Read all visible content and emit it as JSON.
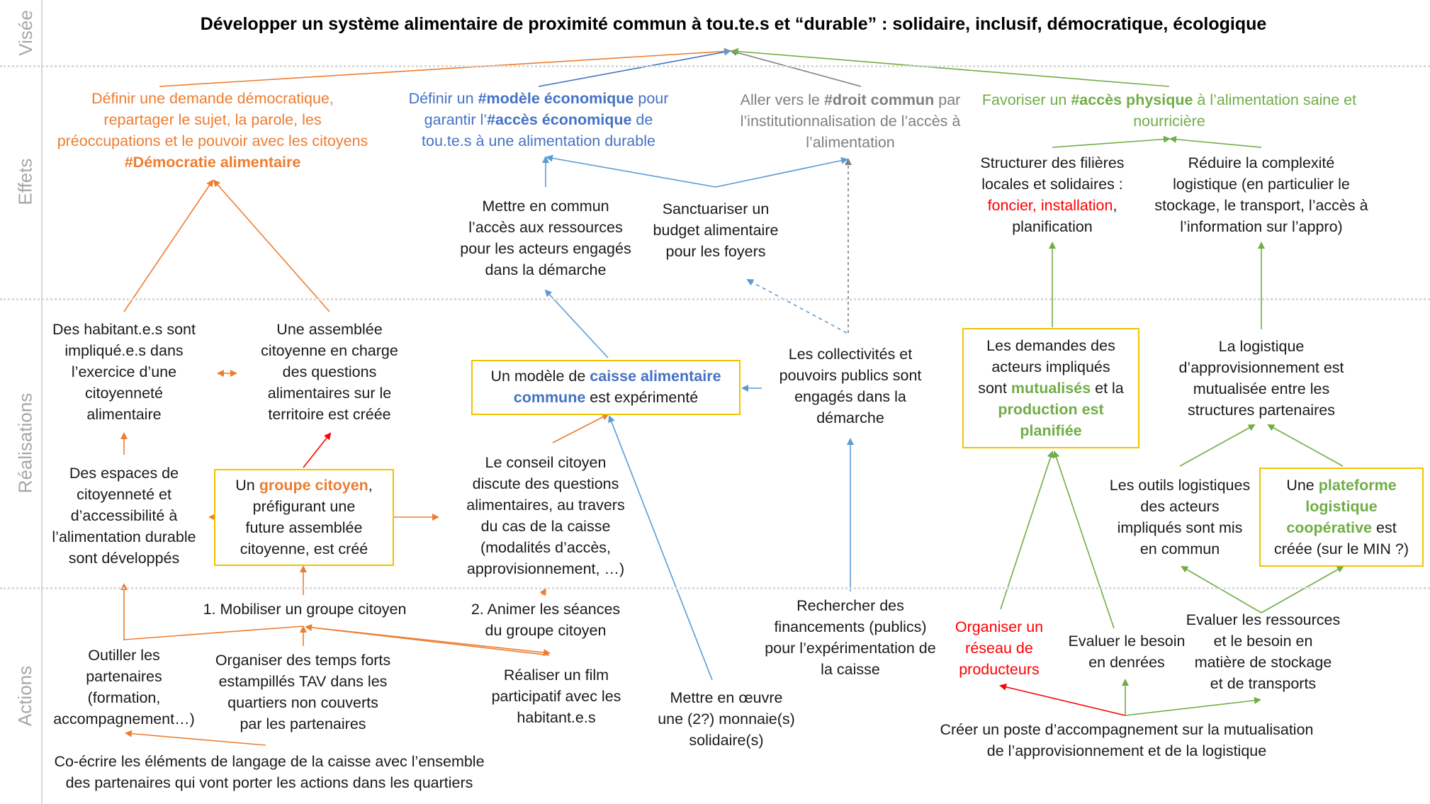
{
  "bands": {
    "visee": "Visée",
    "effets": "Effets",
    "realisations": "Réalisations",
    "actions": "Actions"
  },
  "title": "Développer un système alimentaire de proximité commun à tou.te.s et “durable” : solidaire, inclusif, démocratique, écologique",
  "effets": {
    "democratie": {
      "l1": "Définir une demande démocratique,",
      "l2": "repartager le sujet, la parole, les",
      "l3": "préoccupations et le pouvoir avec les citoyens",
      "l4": "#Démocratie alimentaire"
    },
    "economique": {
      "l1a": "Définir un ",
      "l1b": "#modèle économique",
      "l1c": " pour",
      "l2a": "garantir l’",
      "l2b": "#accès économique",
      "l2c": " de",
      "l3": "tou.te.s  à une alimentation durable"
    },
    "droit": {
      "l1a": "Aller vers le ",
      "l1b": "#droit commun",
      "l1c": " par",
      "l2": "l’institutionnalisation de l’accès à",
      "l3": "l’alimentation"
    },
    "physique": {
      "l1a": "Favoriser un ",
      "l1b": "#accès physique",
      "l1c": " à l’alimentation saine et",
      "l2": "nourricière"
    },
    "ressources": {
      "l1": "Mettre en commun",
      "l2": "l’accès aux ressources",
      "l3": "pour les acteurs engagés",
      "l4": "dans la démarche"
    },
    "budget": {
      "l1": "Sanctuariser un",
      "l2": "budget alimentaire",
      "l3": "pour les foyers"
    },
    "filieres": {
      "l1": "Structurer des filières",
      "l2": "locales et solidaires :",
      "l3": "foncier, installation",
      "l3b": ",",
      "l4": "planification"
    },
    "complexite": {
      "l1": "Réduire la complexité",
      "l2": "logistique (en particulier le",
      "l3": "stockage, le transport, l’accès à",
      "l4": "l’information sur l’appro)"
    }
  },
  "realisations": {
    "habitants": {
      "l1": "Des habitant.e.s sont",
      "l2": "impliqué.e.s dans",
      "l3": "l’exercice d’une",
      "l4": "citoyenneté",
      "l5": "alimentaire"
    },
    "assemblee": {
      "l1": "Une assemblée",
      "l2": "citoyenne en charge",
      "l3": "des questions",
      "l4": "alimentaires sur le",
      "l5": "territoire est créée"
    },
    "caisse": {
      "l1a": "Un modèle de ",
      "l1b": "caisse alimentaire",
      "l2a": "commune",
      "l2b": " est expérimenté"
    },
    "collectivites": {
      "l1": "Les collectivités et",
      "l2": "pouvoirs publics sont",
      "l3": "engagés dans la",
      "l4": "démarche"
    },
    "demandes": {
      "l1": "Les demandes des",
      "l2": "acteurs impliqués",
      "l3a": "sont ",
      "l3b": "mutualisés",
      "l3c": " et la",
      "l4": "production  est",
      "l5": "planifiée"
    },
    "logistique": {
      "l1": "La logistique",
      "l2": "d’approvisionnement est",
      "l3": "mutualisée entre les",
      "l4": "structures partenaires"
    },
    "espaces": {
      "l1": "Des espaces de",
      "l2": "citoyenneté et",
      "l3": "d’accessibilité à",
      "l4": "l’alimentation durable",
      "l5": "sont développés"
    },
    "groupe": {
      "l1a": "Un ",
      "l1b": "groupe citoyen",
      "l1c": ",",
      "l2": "préfigurant une",
      "l3": "future assemblée",
      "l4": "citoyenne, est créé"
    },
    "conseil": {
      "l1": "Le conseil citoyen",
      "l2": "discute des questions",
      "l3": "alimentaires, au travers",
      "l4": "du cas de la caisse",
      "l5": "(modalités d’accès,",
      "l6": "approvisionnement, …)"
    },
    "outils": {
      "l1": "Les outils logistiques",
      "l2": "des acteurs",
      "l3": "impliqués sont mis",
      "l4": "en commun"
    },
    "plateforme": {
      "l1a": "Une ",
      "l1b": "plateforme",
      "l2": "logistique",
      "l3a": "coopérative",
      "l3b": " est",
      "l4": "créée (sur le MIN ?)"
    }
  },
  "actions": {
    "mobiliser": "1. Mobiliser un groupe citoyen",
    "animer": {
      "l1": "2. Animer les séances",
      "l2": "du groupe citoyen"
    },
    "outiller": {
      "l1": "Outiller les",
      "l2": "partenaires",
      "l3": "(formation,",
      "l4": "accompagnement…)"
    },
    "temps": {
      "l1": "Organiser des temps forts",
      "l2": "estampillés TAV dans les",
      "l3": "quartiers non couverts",
      "l4": "par les partenaires"
    },
    "film": {
      "l1": "Réaliser un film",
      "l2": "participatif avec les",
      "l3": "habitant.e.s"
    },
    "monnaie": {
      "l1": "Mettre en œuvre",
      "l2": "une (2?) monnaie(s)",
      "l3": "solidaire(s)"
    },
    "financements": {
      "l1": "Rechercher des",
      "l2": "financements (publics)",
      "l3": "pour l’expérimentation de",
      "l4": "la caisse"
    },
    "reseau": {
      "l1": "Organiser un",
      "l2": "réseau de",
      "l3": "producteurs"
    },
    "besoin": {
      "l1": "Evaluer le besoin",
      "l2": "en denrées"
    },
    "stockage": {
      "l1": "Evaluer les ressources",
      "l2": "et le besoin en",
      "l3": "matière de stockage",
      "l4": "et de transports"
    },
    "coecrire": {
      "l1": "Co-écrire les éléments de langage de la caisse avec l’ensemble",
      "l2": "des partenaires qui vont porter les actions dans les quartiers"
    },
    "poste": {
      "l1": "Créer un poste d’accompagnement sur la mutualisation",
      "l2": "de l’approvisionnement et de la logistique"
    }
  },
  "colors": {
    "orange": "#ed7d31",
    "blue": "#4472c4",
    "gray": "#7f7f7f",
    "green": "#70ad47",
    "red": "#ff0000",
    "box_border": "#f2c200"
  }
}
